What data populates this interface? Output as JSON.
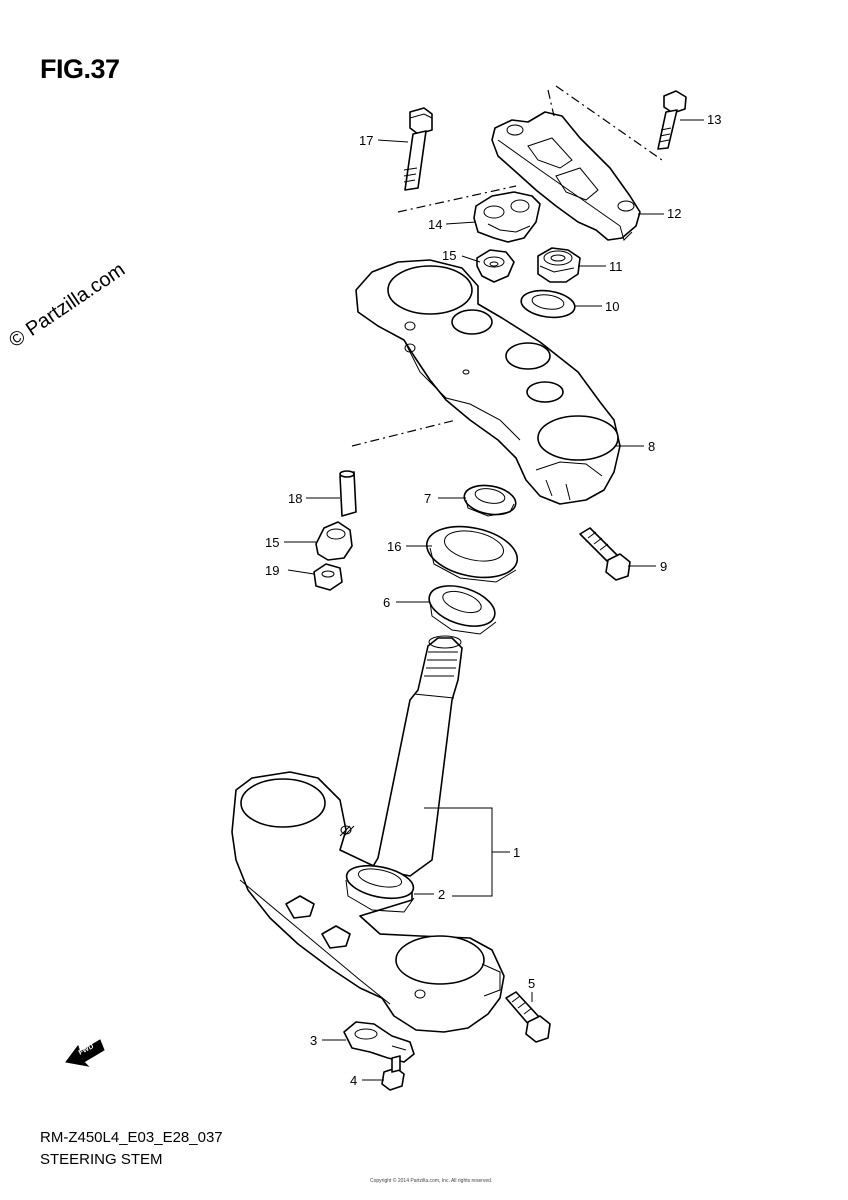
{
  "figure": {
    "title": "FIG.37",
    "model_code": "RM-Z450L4_E03_E28_037",
    "name": "STEERING STEM",
    "watermark": "© Partzilla.com",
    "fine_print": "Copyright © 2014 Partzilla.com, Inc. All rights reserved."
  },
  "callouts": [
    {
      "id": "c17",
      "label": "17"
    },
    {
      "id": "c13",
      "label": "13"
    },
    {
      "id": "c12",
      "label": "12"
    },
    {
      "id": "c14",
      "label": "14"
    },
    {
      "id": "c15a",
      "label": "15"
    },
    {
      "id": "c11",
      "label": "11"
    },
    {
      "id": "c10",
      "label": "10"
    },
    {
      "id": "c8",
      "label": "8"
    },
    {
      "id": "c18",
      "label": "18"
    },
    {
      "id": "c7",
      "label": "7"
    },
    {
      "id": "c15b",
      "label": "15"
    },
    {
      "id": "c16",
      "label": "16"
    },
    {
      "id": "c9",
      "label": "9"
    },
    {
      "id": "c19",
      "label": "19"
    },
    {
      "id": "c6",
      "label": "6"
    },
    {
      "id": "c1",
      "label": "1"
    },
    {
      "id": "c2",
      "label": "2"
    },
    {
      "id": "c5",
      "label": "5"
    },
    {
      "id": "c3",
      "label": "3"
    },
    {
      "id": "c4",
      "label": "4"
    }
  ],
  "fwd_icon": {
    "label": "FWD",
    "icon": "fwd-arrow-icon"
  }
}
